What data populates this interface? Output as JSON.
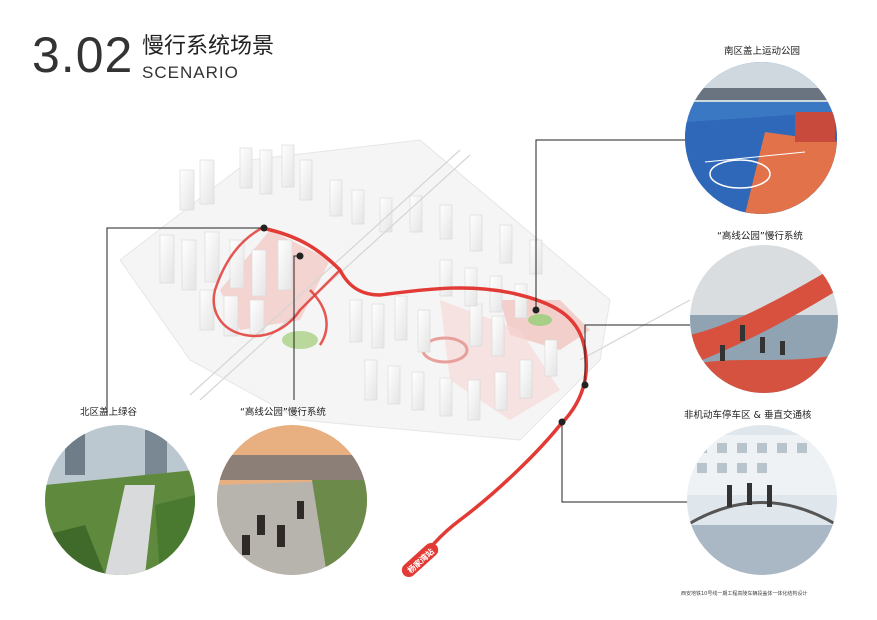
{
  "header": {
    "number": "3.02",
    "title_cn": "慢行系统场景",
    "title_en": "SCENARIO"
  },
  "scenes": [
    {
      "id": "south-park",
      "label": "南区盖上运动公园",
      "icon": "sports-court-photo"
    },
    {
      "id": "highline-right",
      "label": "“高线公园”慢行系统",
      "icon": "elevated-bikeway-photo"
    },
    {
      "id": "bike-parking",
      "label": "非机动车停车区 & 垂直交通核",
      "icon": "bike-parking-photo"
    },
    {
      "id": "north-green",
      "label": "北区盖上绿谷",
      "icon": "green-valley-photo"
    },
    {
      "id": "highline-left",
      "label": "“高线公园”慢行系统",
      "icon": "highline-walk-photo"
    }
  ],
  "station": {
    "label": "杨家湾站"
  },
  "footnote": "西安地铁10号线一期工程高陵车辆段盖体一体化结构设计",
  "colors": {
    "accent": "#e8433d",
    "route": "#e23a35",
    "leader": "#222222"
  }
}
